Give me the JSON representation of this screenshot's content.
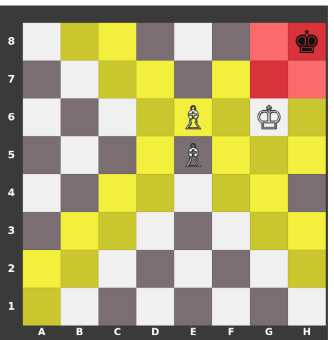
{
  "board": {
    "files": [
      "A",
      "B",
      "C",
      "D",
      "E",
      "F",
      "G",
      "H"
    ],
    "ranks": [
      "8",
      "7",
      "6",
      "5",
      "4",
      "3",
      "2",
      "1"
    ],
    "colors": {
      "light": "#f0f0f0",
      "dark": "#7a6e73",
      "yellow_light": "#f2f03c",
      "yellow_dark": "#c9c62e",
      "red_light": "#fb6b6b",
      "red_dark": "#d8323a"
    },
    "squares": [
      [
        "light",
        "yellow_dark",
        "yellow_light",
        "dark",
        "light",
        "dark",
        "red_light",
        "red_dark"
      ],
      [
        "dark",
        "light",
        "yellow_dark",
        "yellow_light",
        "dark",
        "yellow_light",
        "red_dark",
        "red_light"
      ],
      [
        "light",
        "dark",
        "light",
        "yellow_dark",
        "yellow_light",
        "yellow_dark",
        "light",
        "yellow_dark"
      ],
      [
        "dark",
        "light",
        "dark",
        "yellow_light",
        "dark",
        "yellow_light",
        "yellow_dark",
        "yellow_light"
      ],
      [
        "light",
        "dark",
        "yellow_light",
        "yellow_dark",
        "light",
        "yellow_dark",
        "yellow_light",
        "dark"
      ],
      [
        "dark",
        "yellow_light",
        "yellow_dark",
        "light",
        "dark",
        "light",
        "yellow_dark",
        "yellow_light"
      ],
      [
        "yellow_light",
        "yellow_dark",
        "light",
        "dark",
        "light",
        "dark",
        "light",
        "yellow_dark"
      ],
      [
        "yellow_dark",
        "light",
        "dark",
        "light",
        "dark",
        "light",
        "dark",
        "light"
      ]
    ],
    "pieces": [
      {
        "square": "H8",
        "type": "king",
        "color": "black",
        "glyph": "♚",
        "icon": "black-king-icon"
      },
      {
        "square": "G6",
        "type": "king",
        "color": "white",
        "glyph": "♔",
        "icon": "white-king-icon"
      },
      {
        "square": "E6",
        "type": "bishop",
        "color": "white",
        "glyph": "♗",
        "icon": "white-bishop-icon"
      },
      {
        "square": "E5",
        "type": "bishop",
        "color": "white",
        "glyph": "♗",
        "icon": "white-bishop-icon"
      }
    ]
  }
}
